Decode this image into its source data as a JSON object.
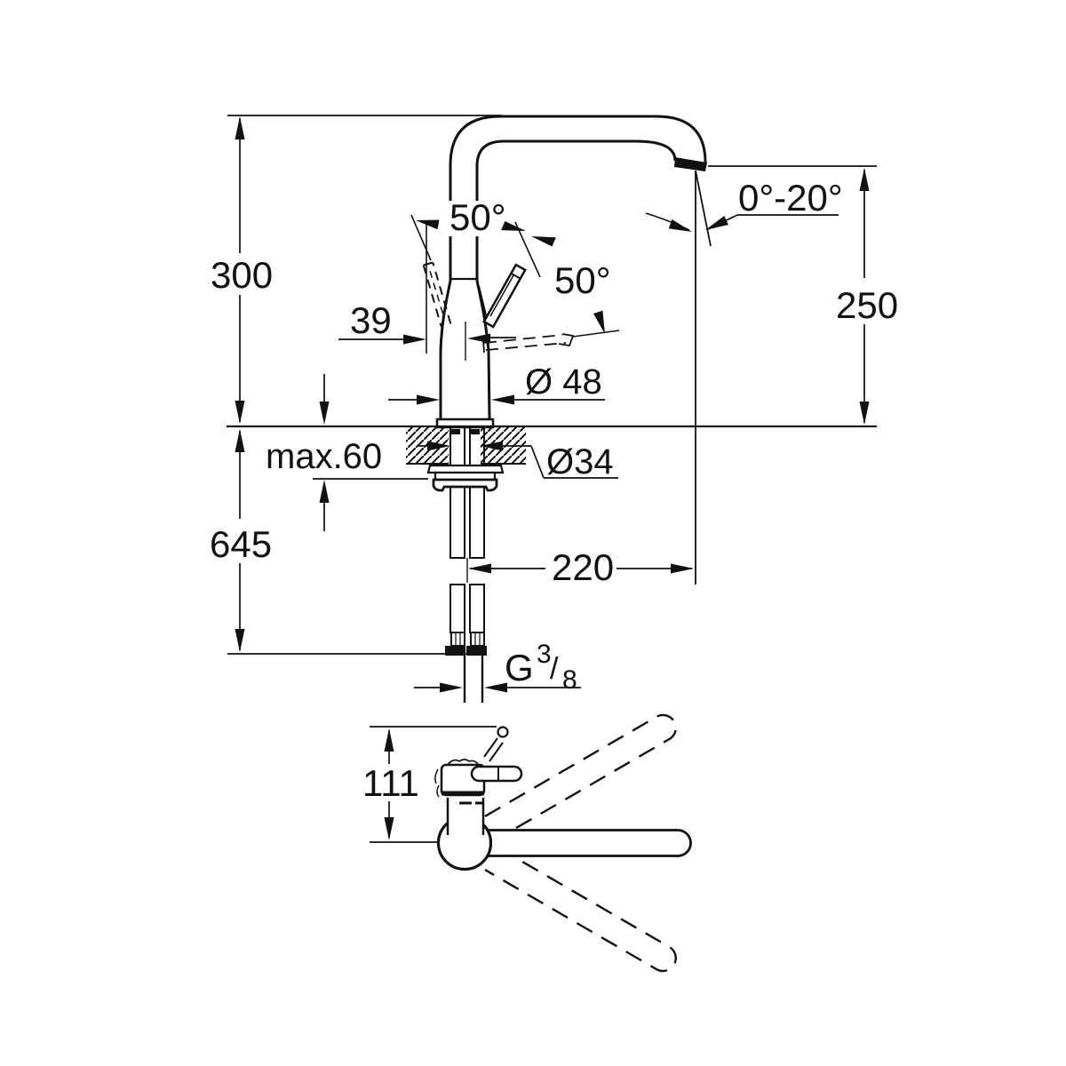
{
  "drawing": {
    "type": "technical-dimension-drawing",
    "subject": "single-lever kitchen faucet with high L-spout, side view and top view",
    "colors": {
      "line": "#111111",
      "background": "#ffffff"
    },
    "labels": {
      "overall_height": "300",
      "spout_height": "250",
      "spout_tilt_range": "0°-20°",
      "lever_angle_open": "50°",
      "lever_angle_close": "50°",
      "lever_offset": "39",
      "body_diameter": "Ø 48",
      "counter_thickness": "max.60",
      "hole_diameter": "Ø34",
      "hose_length": "645",
      "spout_reach": "220",
      "top_view_height": "111",
      "thread": {
        "g": "G",
        "numerator": "3",
        "slash": "/",
        "denominator": "8"
      }
    }
  }
}
